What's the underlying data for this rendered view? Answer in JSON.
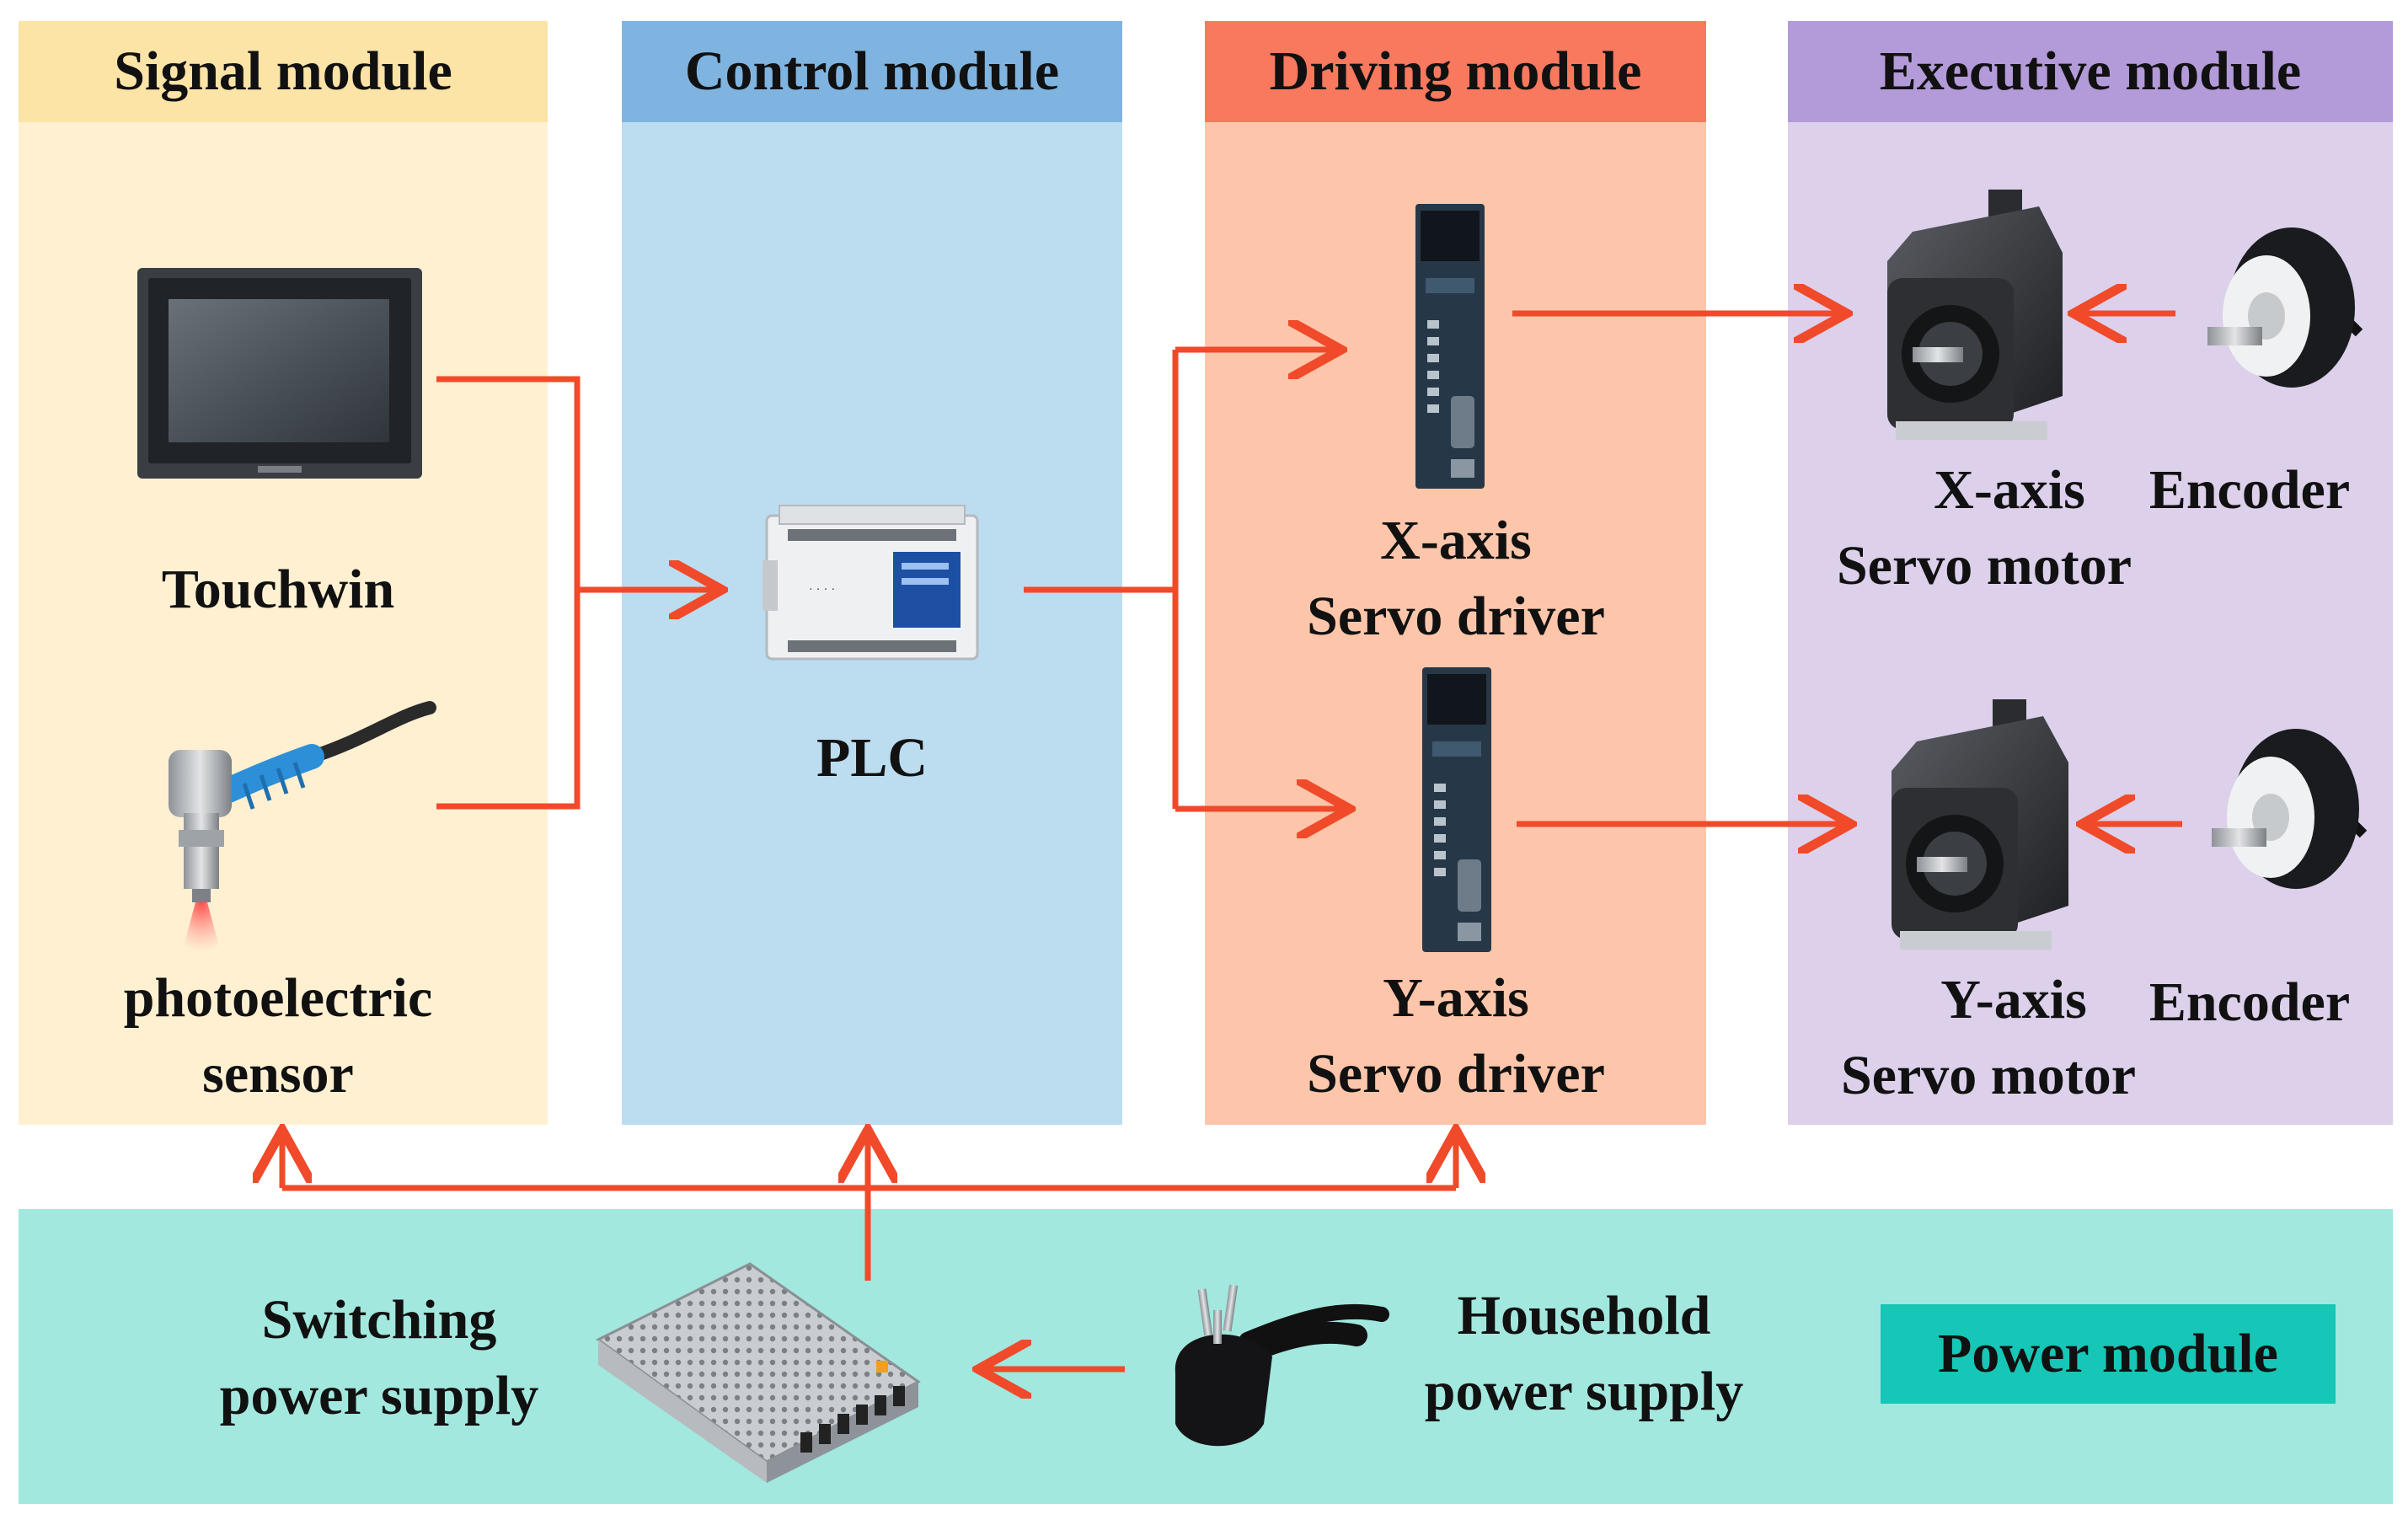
{
  "modules": {
    "signal": "Signal module",
    "control": "Control module",
    "driving": "Driving module",
    "executive": "Executive module",
    "power": "Power module"
  },
  "signal": {
    "touchwin": "Touchwin",
    "sensor_line1": "photoelectric",
    "sensor_line2": "sensor"
  },
  "control": {
    "plc": "PLC"
  },
  "driving": {
    "x_line1": "X-axis",
    "x_line2": "Servo driver",
    "y_line1": "Y-axis",
    "y_line2": "Servo driver"
  },
  "executive": {
    "x_motor_line1": "X-axis",
    "x_motor_line2": "Servo motor",
    "x_encoder": "Encoder",
    "y_motor_line1": "Y-axis",
    "y_motor_line2": "Servo motor",
    "y_encoder": "Encoder"
  },
  "power": {
    "switching_line1": "Switching",
    "switching_line2": "power supply",
    "household_line1": "Household",
    "household_line2": "power supply"
  },
  "colors": {
    "arrow": "#f04a2a",
    "signal_bg": "#fff0d2",
    "signal_head": "#fce3a6",
    "control_bg": "#bcdcf0",
    "control_head": "#7fb4e0",
    "driving_bg": "#fdc6ab",
    "driving_head": "#f8795e",
    "executive_bg": "#dcd0eb",
    "executive_head": "#b39ad8",
    "power_bg": "#a2e8de",
    "power_badge": "#16c6b6"
  }
}
